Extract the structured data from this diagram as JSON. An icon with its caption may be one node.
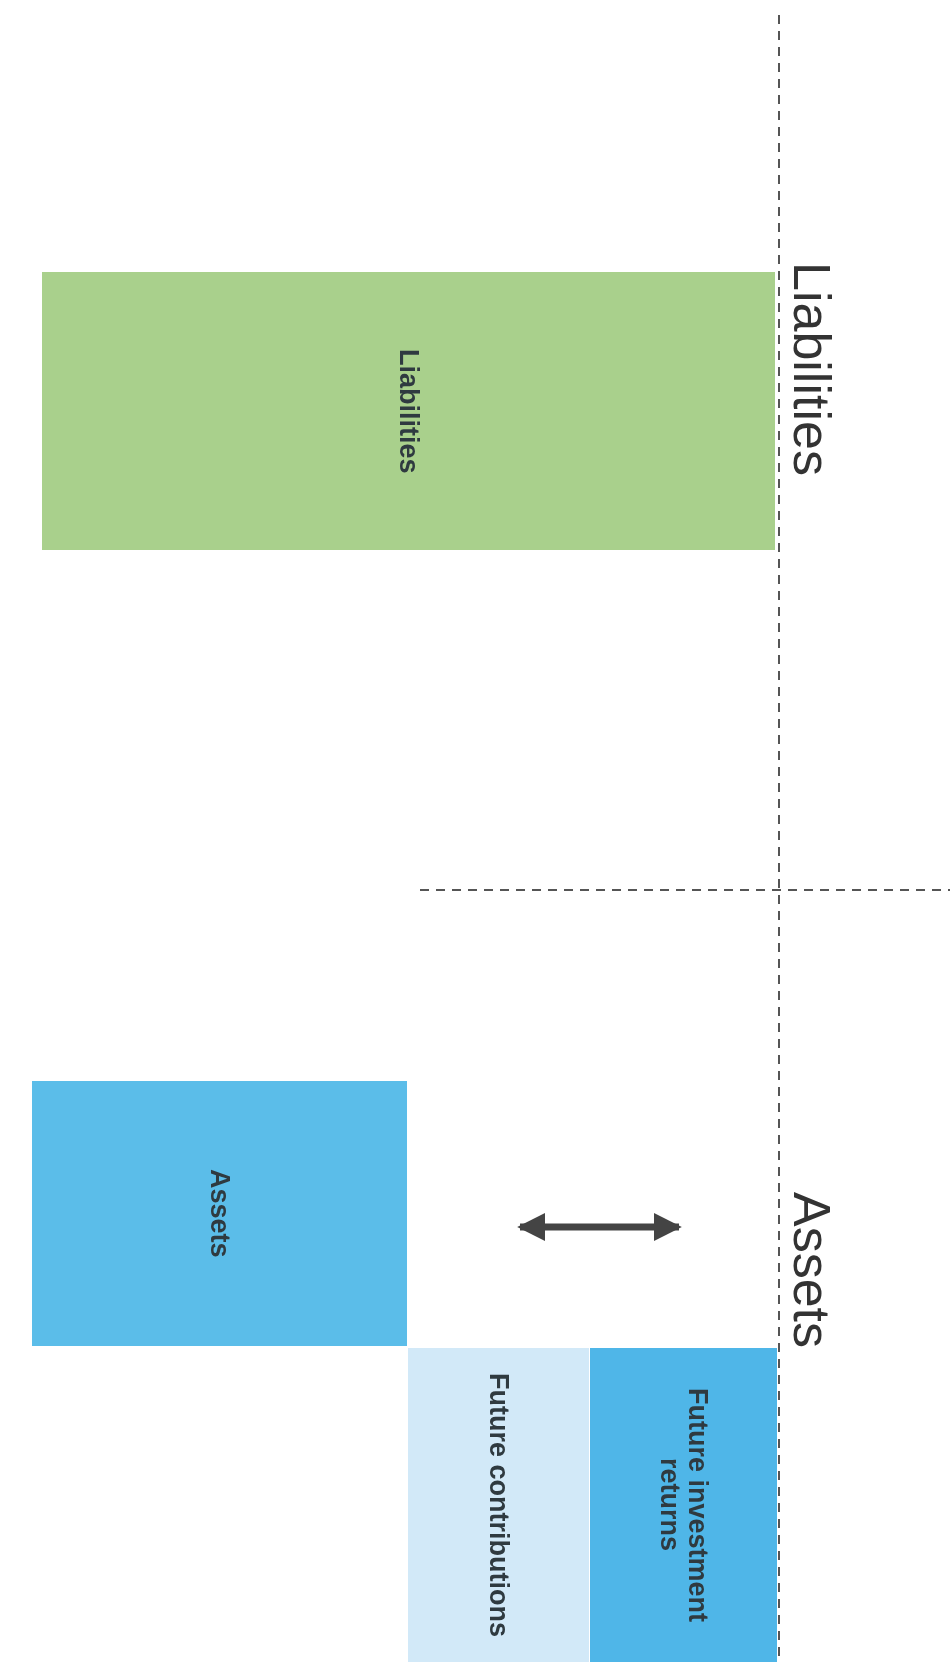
{
  "diagram": {
    "nodes": [
      {
        "text": [
          "Liabilities"
        ]
      },
      {
        "text": [
          "Assets"
        ]
      },
      {
        "text": [
          "Future contributions"
        ]
      },
      {
        "text": [
          "Future investment returns"
        ]
      }
    ],
    "labels": [
      "Liabilities",
      "Assets"
    ]
  }
}
